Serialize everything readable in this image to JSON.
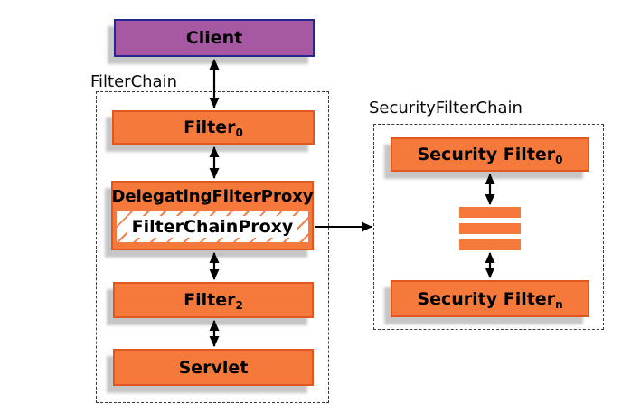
{
  "diagram": {
    "client": {
      "label": "Client"
    },
    "filter_chain": {
      "title": "FilterChain",
      "filter0": {
        "label": "Filter",
        "sub": "0"
      },
      "delegating_filter_proxy": {
        "label": "DelegatingFilterProxy"
      },
      "filter_chain_proxy": {
        "label": "FilterChainProxy"
      },
      "filter2": {
        "label": "Filter",
        "sub": "2"
      },
      "servlet": {
        "label": "Servlet"
      }
    },
    "security_filter_chain": {
      "title": "SecurityFilterChain",
      "filter_top": {
        "label": "Security Filter",
        "sub": "0"
      },
      "filter_bottom": {
        "label": "Security Filter",
        "sub": "n"
      },
      "ellipsis_bar_count": 3
    },
    "colors": {
      "node_orange": "#f4793b",
      "node_orange_border": "#e2571f",
      "client_purple": "#a758a3",
      "client_border_navy": "#26268e",
      "shadow_gray": "#c6c6c6",
      "arrow_black": "#000000",
      "hatch_line_orange": "#f1824d"
    }
  }
}
